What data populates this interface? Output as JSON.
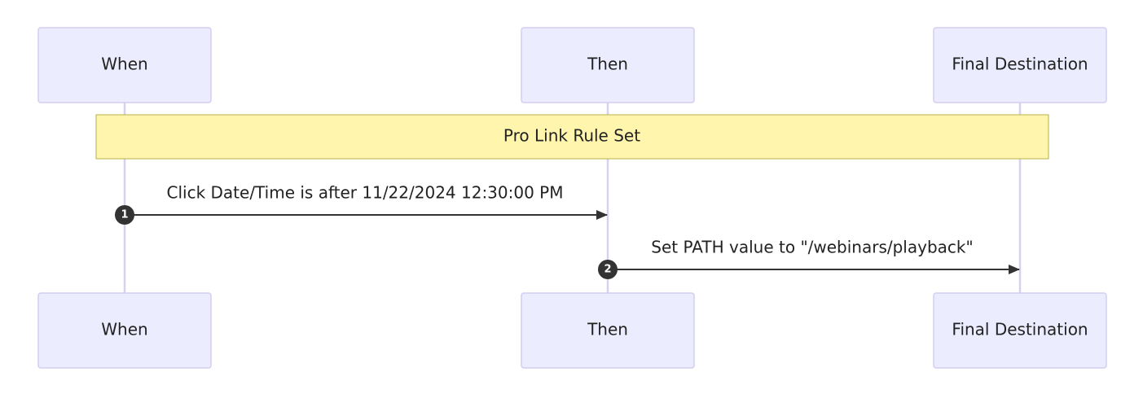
{
  "participants": [
    {
      "id": "when",
      "label": "When"
    },
    {
      "id": "then",
      "label": "Then"
    },
    {
      "id": "final",
      "label": "Final Destination"
    }
  ],
  "note": {
    "text": "Pro Link Rule Set",
    "color": "#fff5ad"
  },
  "messages": [
    {
      "seq": "1",
      "from": "when",
      "to": "then",
      "text": "Click Date/Time is after 11/22/2024 12:30:00 PM"
    },
    {
      "seq": "2",
      "from": "then",
      "to": "final",
      "text": "Set PATH value to \"/webinars/playback\""
    }
  ],
  "colors": {
    "actor_fill": "#ececff",
    "actor_border": "#d3cdf0",
    "lifeline": "#d8d0f2",
    "arrow": "#333333"
  }
}
